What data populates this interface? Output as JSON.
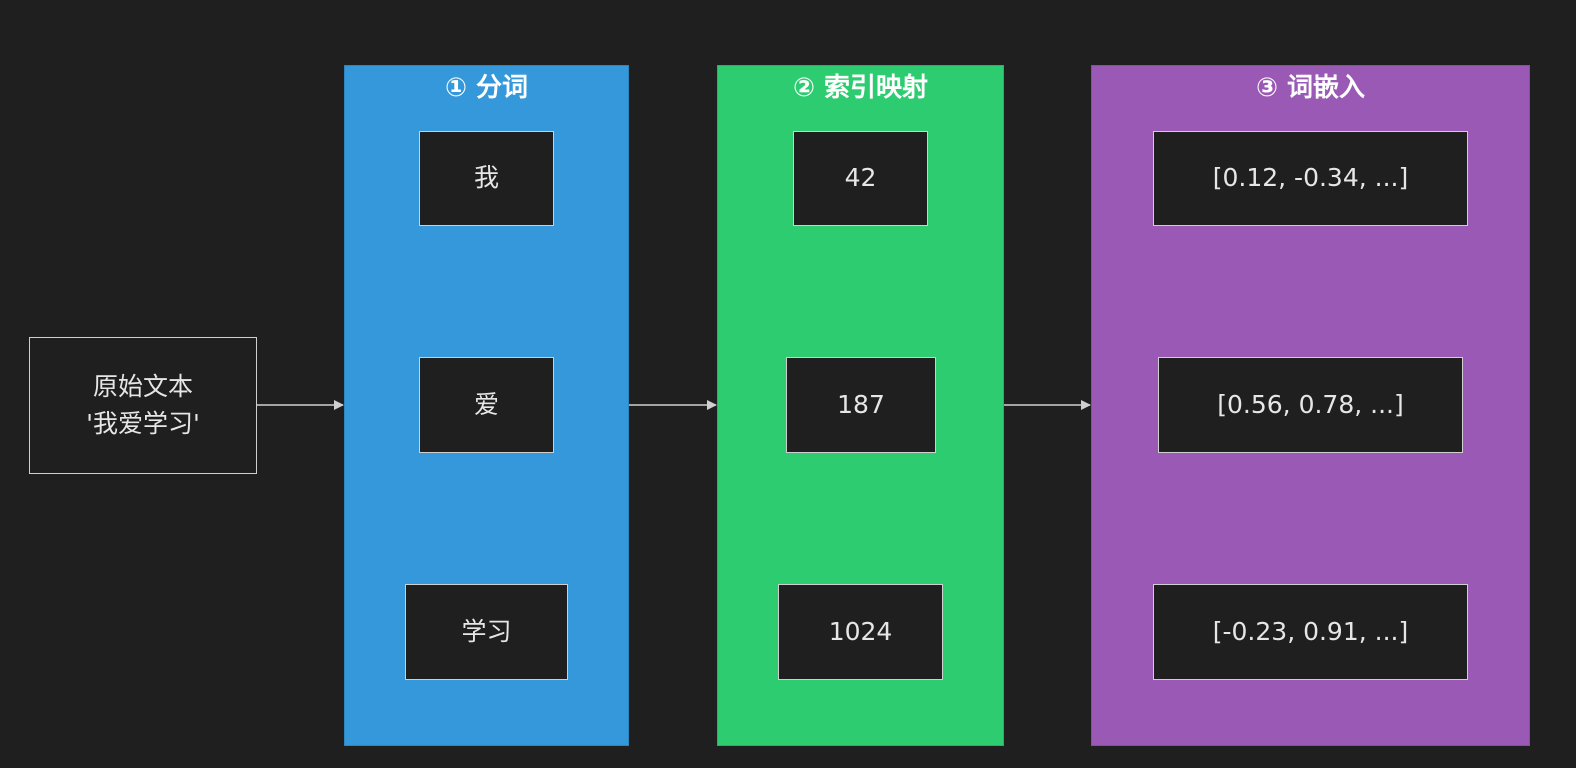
{
  "colors": {
    "background": "#1f1f1f",
    "node_fill": "#1f1f1f",
    "node_border": "#cfcfcf",
    "node_text": "#e6e6e6",
    "edge": "#d0d0d0",
    "tokenize_group": "#3498db",
    "index_group": "#2ecc71",
    "embed_group": "#9b59b6"
  },
  "input": {
    "line1": "原始文本",
    "line2": "'我爱学习'"
  },
  "groups": [
    {
      "title": "① 分词",
      "nodes": [
        "我",
        "爱",
        "学习"
      ]
    },
    {
      "title": "② 索引映射",
      "nodes": [
        "42",
        "187",
        "1024"
      ]
    },
    {
      "title": "③ 词嵌入",
      "nodes": [
        "[0.12, -0.34, ...]",
        "[0.56, 0.78, ...]",
        "[-0.23, 0.91, ...]"
      ]
    }
  ],
  "edges": [
    {
      "from": "input",
      "to": "group-1"
    },
    {
      "from": "group-1",
      "to": "group-2"
    },
    {
      "from": "group-2",
      "to": "group-3"
    }
  ]
}
